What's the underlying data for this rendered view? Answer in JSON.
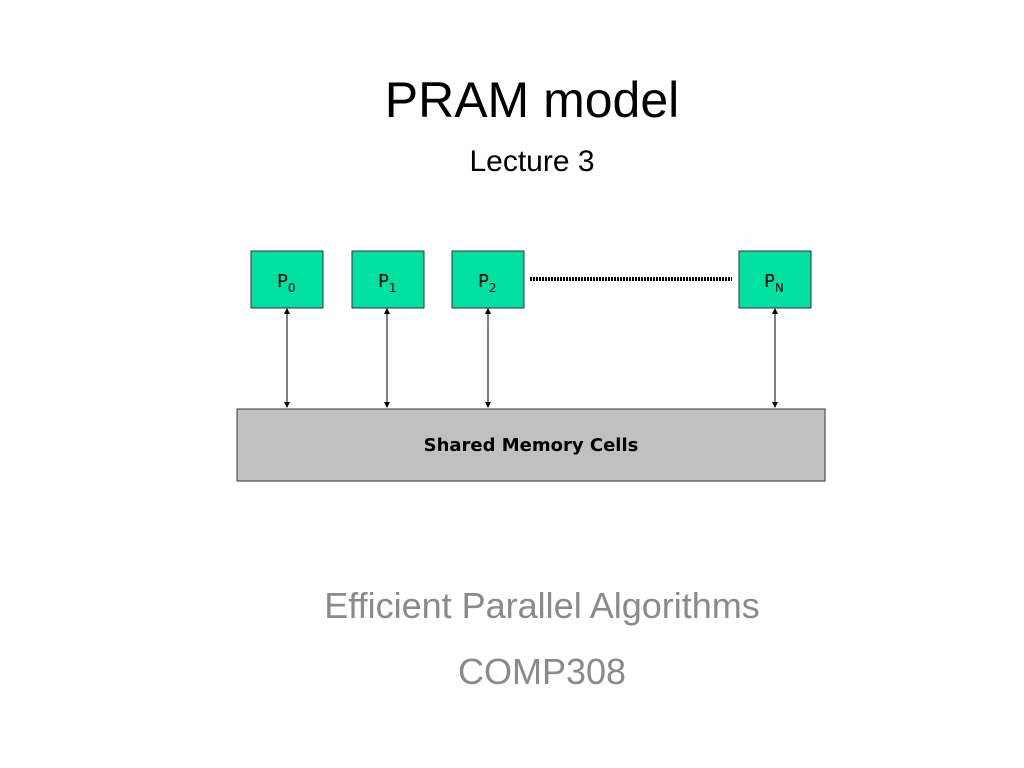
{
  "slide": {
    "title": "PRAM model",
    "subtitle": "Lecture 3",
    "course_name": "Efficient Parallel Algorithms",
    "course_code": "COMP308"
  },
  "diagram": {
    "processors": [
      {
        "letter": "P",
        "index": "0"
      },
      {
        "letter": "P",
        "index": "1"
      },
      {
        "letter": "P",
        "index": "2"
      },
      {
        "letter": "P",
        "index": "N"
      }
    ],
    "memory_label": "Shared Memory Cells"
  },
  "colors": {
    "processor_fill": "#00e0a0",
    "memory_fill": "#c0c0c0",
    "footer_text": "#8a8a8a"
  }
}
